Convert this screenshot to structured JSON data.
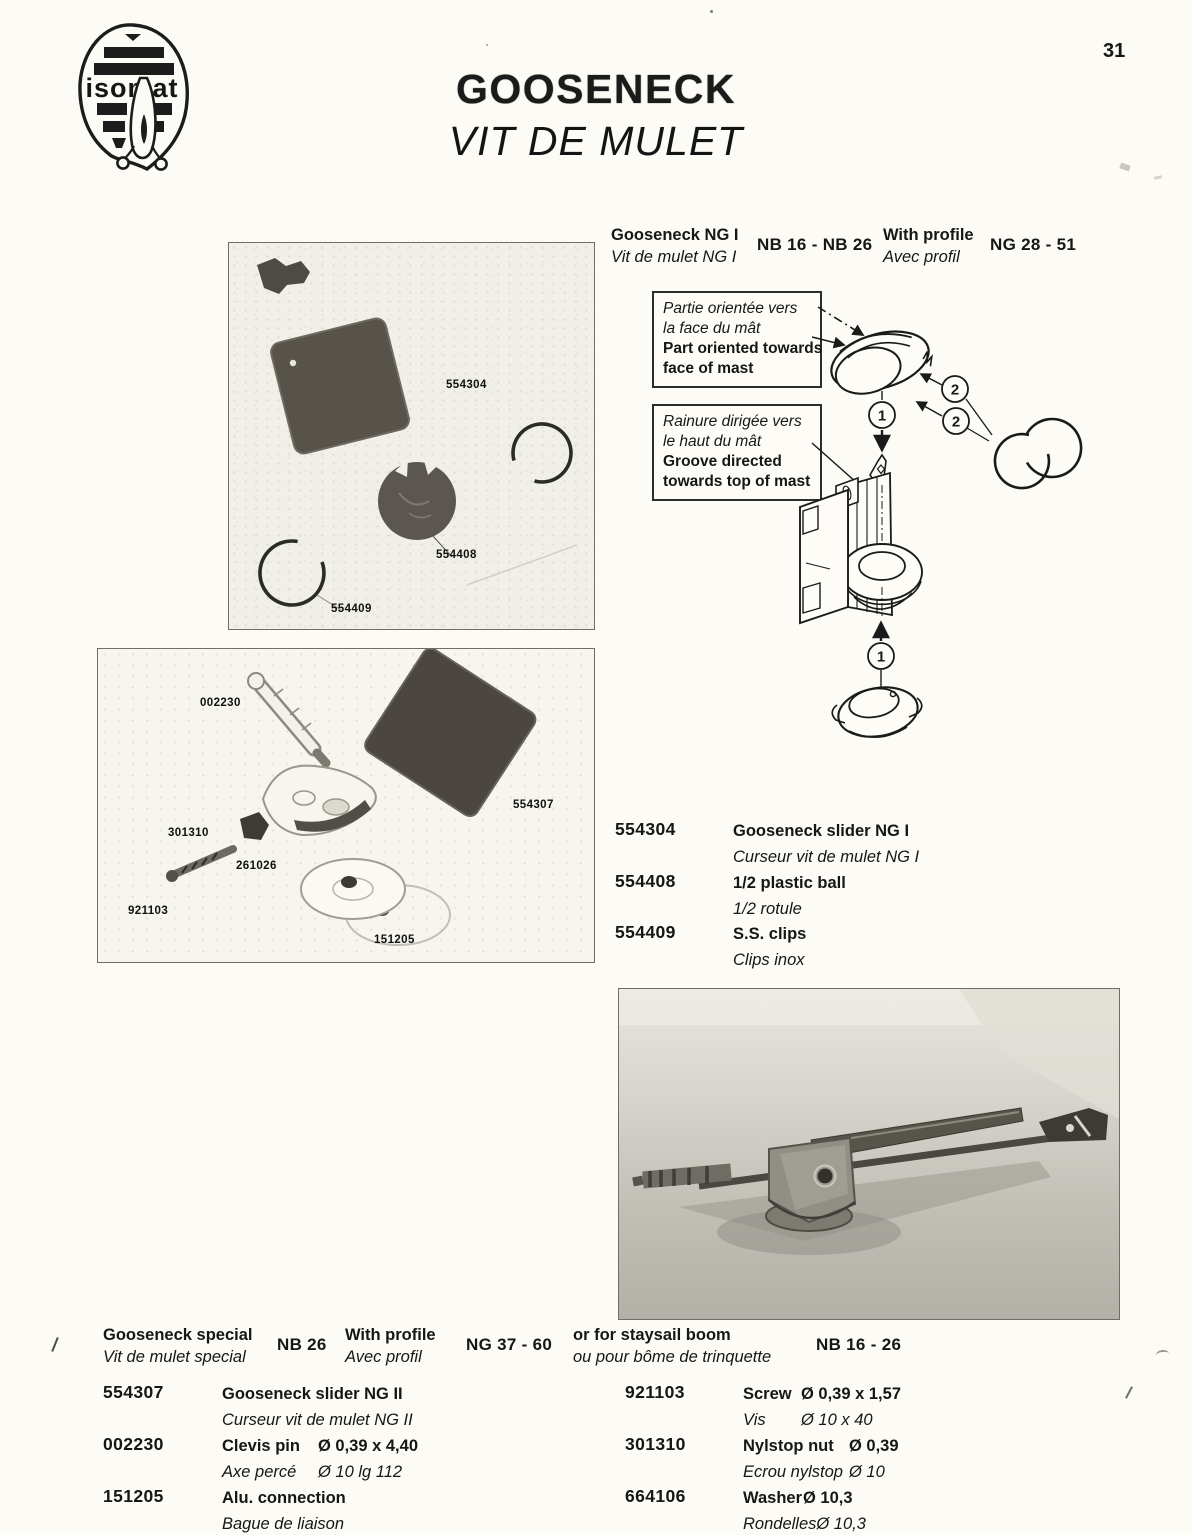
{
  "page": {
    "number": "31"
  },
  "logo": {
    "brand": "isomat"
  },
  "title": {
    "main": "GOOSENECK",
    "sub": "VIT DE MULET"
  },
  "section1": {
    "name_en": "Gooseneck NG I",
    "name_fr": "Vit de mulet NG I",
    "range1": "NB 16 - NB 26",
    "profile_en": "With profile",
    "profile_fr": "Avec profil",
    "range2": "NG 28 - 51"
  },
  "callout1": {
    "fr1": "Partie orientée vers",
    "fr2": "la face du mât",
    "en1": "Part oriented towards",
    "en2": "face of mast"
  },
  "callout2": {
    "fr1": "Rainure dirigée vers",
    "fr2": "le haut du mât",
    "en1": "Groove directed",
    "en2": "towards top of mast"
  },
  "diagram": {
    "marker1": "1",
    "marker2": "2"
  },
  "photo1": {
    "labels": [
      "554304",
      "554408",
      "554409"
    ]
  },
  "photo2": {
    "labels": [
      "002230",
      "554307",
      "301310",
      "261026",
      "921103",
      "151205"
    ]
  },
  "parts1": [
    {
      "number": "554304",
      "en": "Gooseneck slider NG I",
      "fr": "Curseur vit de mulet NG I"
    },
    {
      "number": "554408",
      "en": "1/2 plastic ball",
      "fr": "1/2 rotule"
    },
    {
      "number": "554409",
      "en": "S.S. clips",
      "fr": "Clips inox"
    }
  ],
  "section2": {
    "name_en": "Gooseneck special",
    "name_fr": "Vit de mulet special",
    "range1": "NB 26",
    "profile_en": "With profile",
    "profile_fr": "Avec profil",
    "range2": "NG 37 - 60",
    "alt_en": "or for staysail boom",
    "alt_fr": "ou pour bôme de trinquette",
    "range3": "NB 16 - 26"
  },
  "parts2_left": [
    {
      "number": "554307",
      "en_name": "Gooseneck slider NG II",
      "en_dim": "",
      "fr_name": "Curseur vit de mulet NG II",
      "fr_dim": ""
    },
    {
      "number": "002230",
      "en_name": "Clevis pin",
      "en_dim": "Ø 0,39 x 4,40",
      "fr_name": "Axe percé",
      "fr_dim": "Ø 10 lg 112"
    },
    {
      "number": "151205",
      "en_name": "Alu. connection",
      "en_dim": "",
      "fr_name": "Bague de liaison",
      "fr_dim": ""
    }
  ],
  "parts2_right": [
    {
      "number": "921103",
      "en_name": "Screw",
      "en_dim": "Ø 0,39 x 1,57",
      "fr_name": "Vis",
      "fr_dim": "Ø 10 x 40"
    },
    {
      "number": "301310",
      "en_name": "Nylstop nut",
      "en_dim": "Ø 0,39",
      "fr_name": "Ecrou nylstop",
      "fr_dim": "Ø 10"
    },
    {
      "number": "664106",
      "en_name": "Washer",
      "en_dim": "Ø 10,3",
      "fr_name": "Rondelles",
      "fr_dim": "Ø 10,3"
    }
  ]
}
